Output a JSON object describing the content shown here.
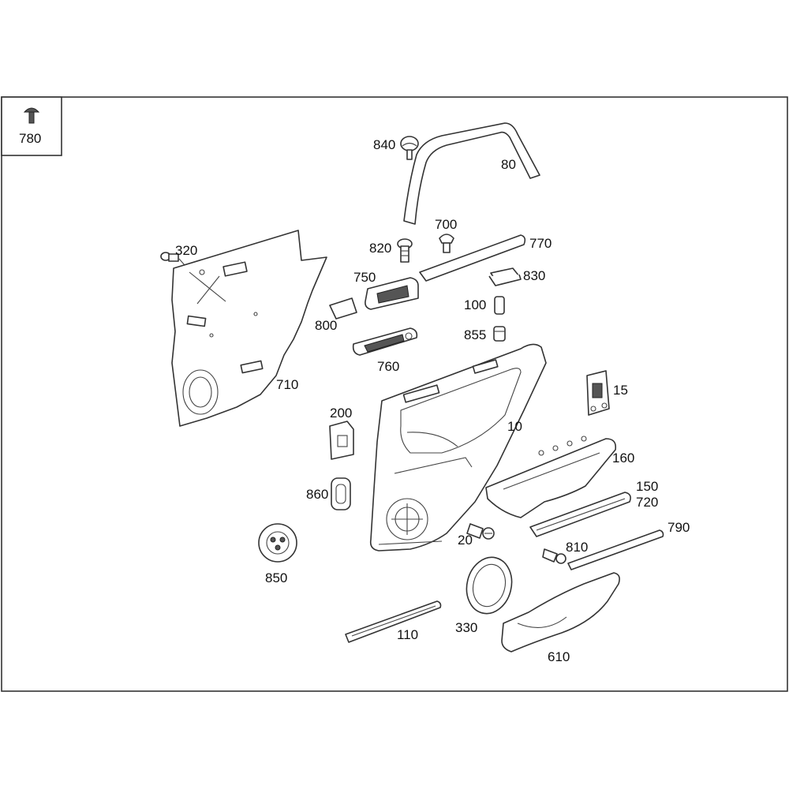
{
  "diagram": {
    "title": "",
    "callouts": {
      "p780": "780",
      "p840": "840",
      "p80": "80",
      "p320": "320",
      "p700": "700",
      "p820": "820",
      "p770": "770",
      "p750": "750",
      "p830": "830",
      "p100": "100",
      "p800": "800",
      "p855": "855",
      "p760": "760",
      "p710": "710",
      "p15": "15",
      "p200": "200",
      "p10": "10",
      "p160": "160",
      "p150": "150",
      "p720": "720",
      "p860": "860",
      "p20": "20",
      "p790": "790",
      "p810": "810",
      "p850": "850",
      "p330": "330",
      "p110": "110",
      "p610": "610"
    }
  }
}
